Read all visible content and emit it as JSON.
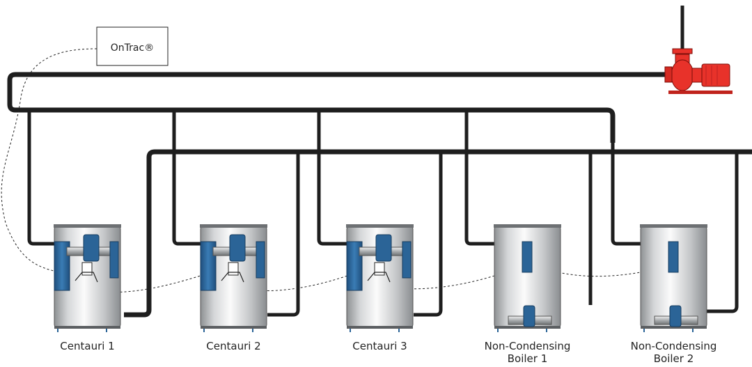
{
  "controller": {
    "label": "OnTrac®"
  },
  "boilers": [
    {
      "type": "condensing",
      "label_lines": [
        "Centauri 1"
      ]
    },
    {
      "type": "condensing",
      "label_lines": [
        "Centauri 2"
      ]
    },
    {
      "type": "condensing",
      "label_lines": [
        "Centauri 3"
      ]
    },
    {
      "type": "non-condensing",
      "label_lines": [
        "Non-Condensing",
        "Boiler 1"
      ]
    },
    {
      "type": "non-condensing",
      "label_lines": [
        "Non-Condensing",
        "Boiler 2"
      ]
    }
  ],
  "colors": {
    "pipe": "#1e1e1e",
    "pump": "#e8322a",
    "burner_blue": "#2b6497",
    "tank_silver": "#c9cbcd"
  },
  "icons": {
    "pump": "circulator-pump-icon",
    "controller": "control-box"
  }
}
